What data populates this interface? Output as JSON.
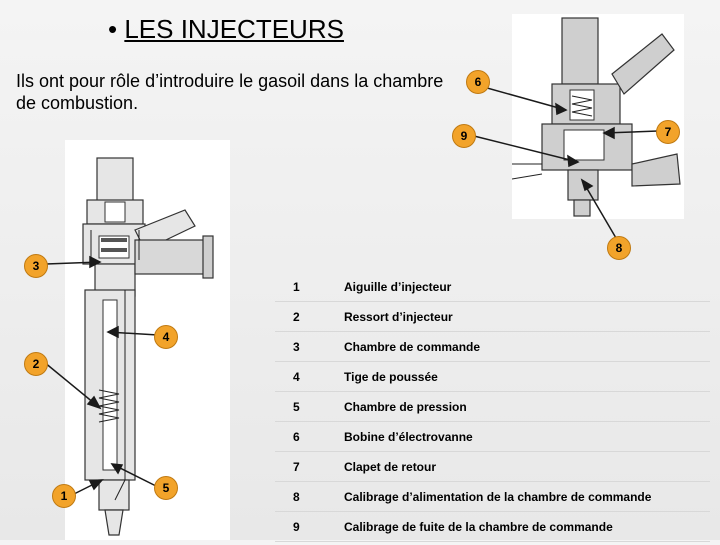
{
  "title": {
    "bullet": "•",
    "text": "LES INJECTEURS"
  },
  "intro": "Ils ont pour rôle d’introduire le gasoil dans la chambre de combustion.",
  "badges": {
    "b1": "1",
    "b2": "2",
    "b3": "3",
    "b4": "4",
    "b5": "5",
    "b6": "6",
    "b7": "7",
    "b8": "8",
    "b9": "9"
  },
  "legend": [
    {
      "num": "1",
      "label": "Aiguille d’injecteur"
    },
    {
      "num": "2",
      "label": "Ressort d’injecteur"
    },
    {
      "num": "3",
      "label": "Chambre de commande"
    },
    {
      "num": "4",
      "label": " Tige de poussée"
    },
    {
      "num": "5",
      "label": "Chambre de pression"
    },
    {
      "num": "6",
      "label": "Bobine d’électrovanne"
    },
    {
      "num": "7",
      "label": "Clapet de retour"
    },
    {
      "num": "8",
      "label": "Calibrage d’alimentation de la chambre de commande"
    },
    {
      "num": "9",
      "label": "Calibrage de fuite de la chambre de commande"
    }
  ],
  "colors": {
    "badge": "#f2a32a",
    "leader": "#1a1a1a"
  }
}
